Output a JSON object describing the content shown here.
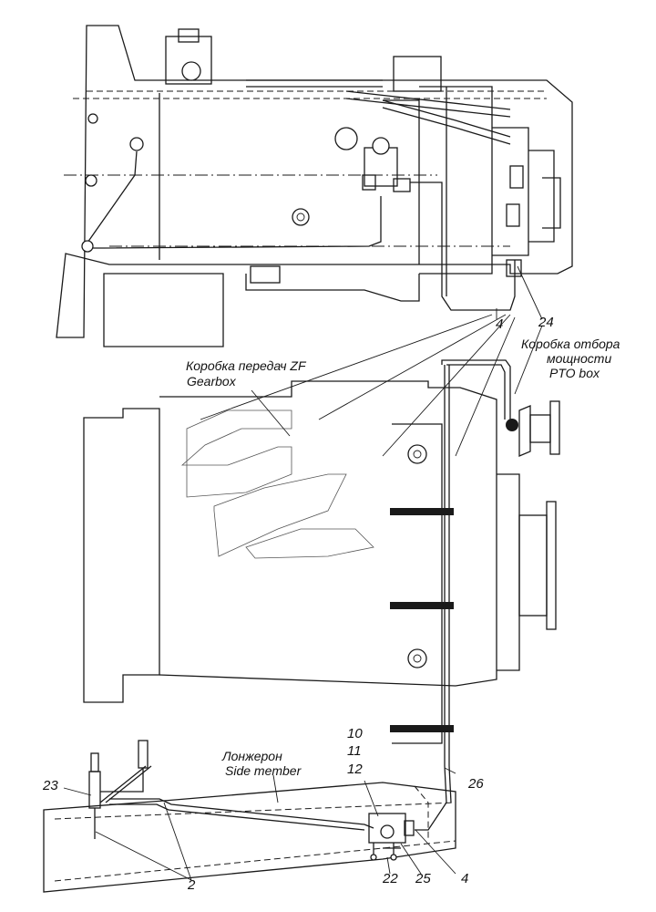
{
  "callouts": {
    "c24": "24",
    "c4_top": "4",
    "c10": "10",
    "c11": "11",
    "c12": "12",
    "c26": "26",
    "c23": "23",
    "c2": "2",
    "c22": "22",
    "c25": "25",
    "c4_bottom": "4"
  },
  "captions": {
    "gearbox_ru": "Коробка передач ZF",
    "gearbox_en": "Gearbox",
    "pto_ru_1": "Коробка отбора",
    "pto_ru_2": "мощности",
    "pto_en": "PTO box",
    "side_member_ru": "Лонжерон",
    "side_member_en": "Side member"
  }
}
